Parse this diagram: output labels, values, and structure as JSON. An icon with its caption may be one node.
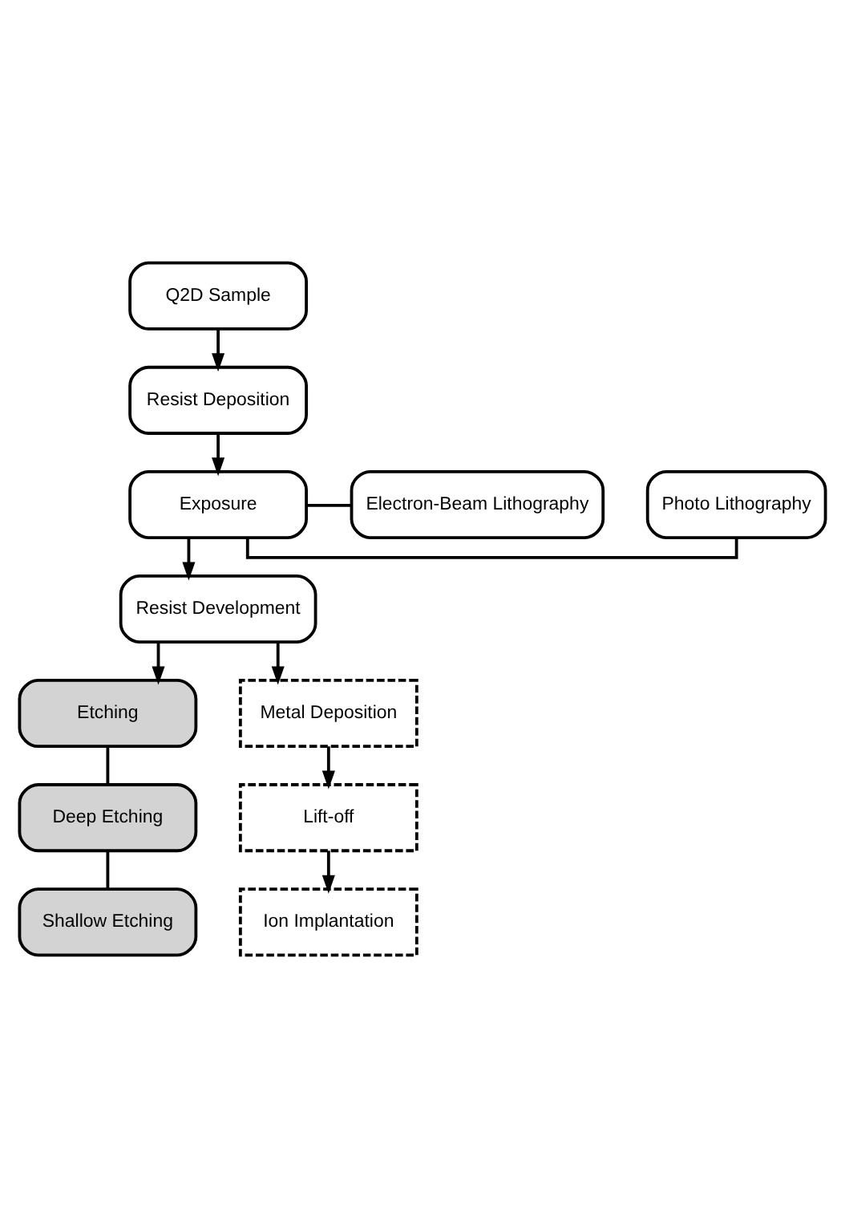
{
  "diagram": {
    "nodes": [
      {
        "text": [
          "Q2D Sample"
        ]
      },
      {
        "text": [
          "Resist Deposition"
        ]
      },
      {
        "text": [
          "Exposure"
        ]
      },
      {
        "text": [
          "Photo Lithography"
        ]
      },
      {
        "text": [
          "Electron-Beam Lithography"
        ]
      },
      {
        "text": [
          "Resist Development"
        ]
      },
      {
        "text": [
          "Etching"
        ]
      },
      {
        "text": [
          "Deep Etching"
        ]
      },
      {
        "text": [
          "Shallow Etching"
        ]
      },
      {
        "text": [
          "Metal Deposition"
        ]
      },
      {
        "text": [
          "Lift-off"
        ]
      },
      {
        "text": [
          "Ion Implantation"
        ]
      }
    ],
    "edges": [
      {
        "from": 0,
        "to": 1,
        "arrow": "to"
      },
      {
        "from": 1,
        "to": 2,
        "arrow": "to"
      },
      {
        "from": 2,
        "to": 3,
        "arrow": "none"
      },
      {
        "from": 2,
        "to": 4,
        "arrow": "none"
      },
      {
        "from": 2,
        "to": 5,
        "arrow": "to"
      },
      {
        "from": 5,
        "to": 6,
        "arrow": "to"
      },
      {
        "from": 5,
        "to": 9,
        "arrow": "to"
      },
      {
        "from": 6,
        "to": 7,
        "arrow": "none"
      },
      {
        "from": 7,
        "to": 8,
        "arrow": "none"
      },
      {
        "from": 9,
        "to": 10,
        "arrow": "to"
      },
      {
        "from": 10,
        "to": 11,
        "arrow": "to"
      }
    ]
  }
}
